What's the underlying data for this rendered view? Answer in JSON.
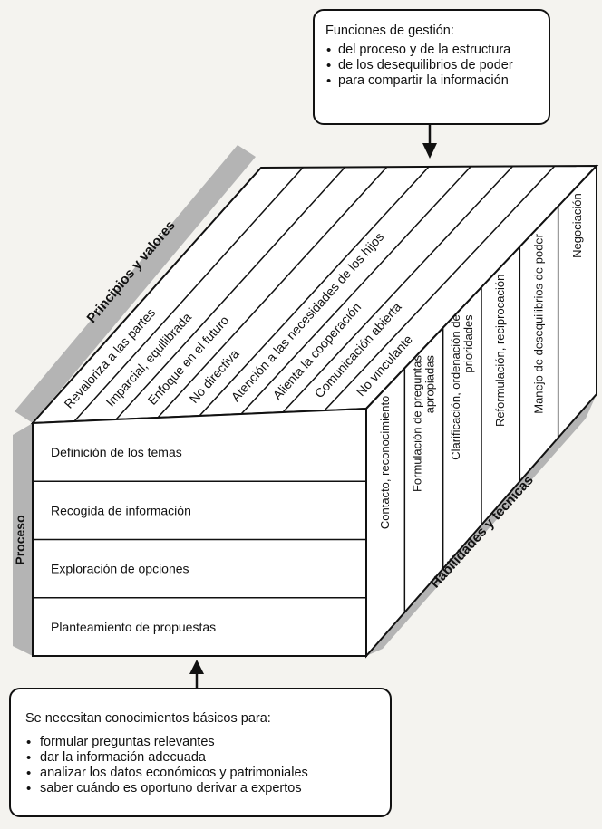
{
  "management_box": {
    "title": "Funciones de gestión:",
    "items": [
      "del proceso y de la estructura",
      "de los desequilibrios de poder",
      "para compartir la información"
    ]
  },
  "knowledge_box": {
    "title": "Se necesitan conocimientos básicos para:",
    "items": [
      "formular preguntas relevantes",
      "dar la información adecuada",
      "analizar los datos económicos y patrimoniales",
      "saber cuándo es oportuno derivar a expertos"
    ]
  },
  "cube": {
    "top_label": "Principios y valores",
    "left_label": "Proceso",
    "right_label": "Habilidades y técnicas",
    "principles": [
      "Revaloriza a las partes",
      "Imparcial, equilibrada",
      "Enfoque en el futuro",
      "No directiva",
      "Atención a las necesidades de los hijos",
      "Alienta la cooperación",
      "Comunicación abierta",
      "No vinculante"
    ],
    "process_steps": [
      "Definición de los temas",
      "Recogida de información",
      "Exploración de opciones",
      "Planteamiento de propuestas"
    ],
    "skills": [
      [
        "Contacto, reconocimiento"
      ],
      [
        "Formulación de preguntas",
        "apropiadas"
      ],
      [
        "Clarificación, ordenación de",
        "prioridades"
      ],
      [
        "Reformulación, reciprocación"
      ],
      [
        "Manejo de desequilibrios de poder"
      ],
      [
        "Negociación"
      ]
    ]
  }
}
